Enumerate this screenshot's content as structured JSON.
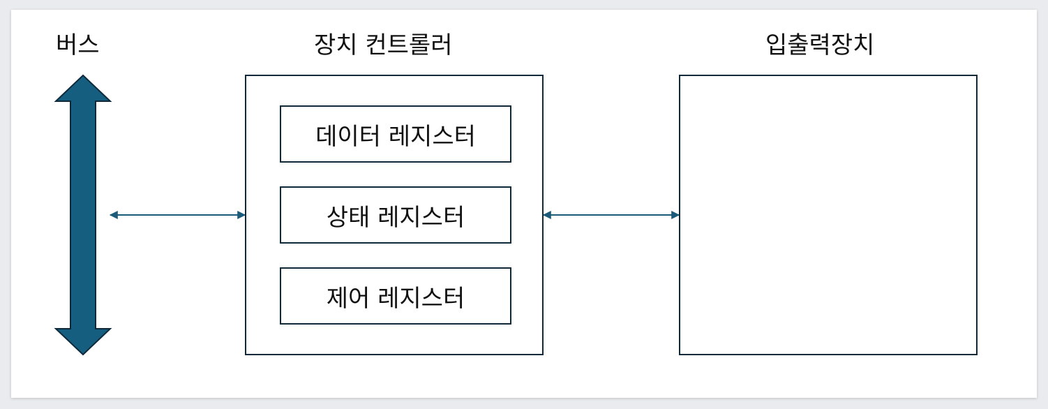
{
  "labels": {
    "bus": "버스",
    "controller": "장치 컨트롤러",
    "io_device": "입출력장치"
  },
  "registers": {
    "data": "데이터 레지스터",
    "status": "상태 레지스터",
    "control": "제어 레지스터"
  },
  "colors": {
    "bus_fill": "#155e80",
    "outline": "#0e2a3a",
    "connector": "#1b5a78"
  }
}
